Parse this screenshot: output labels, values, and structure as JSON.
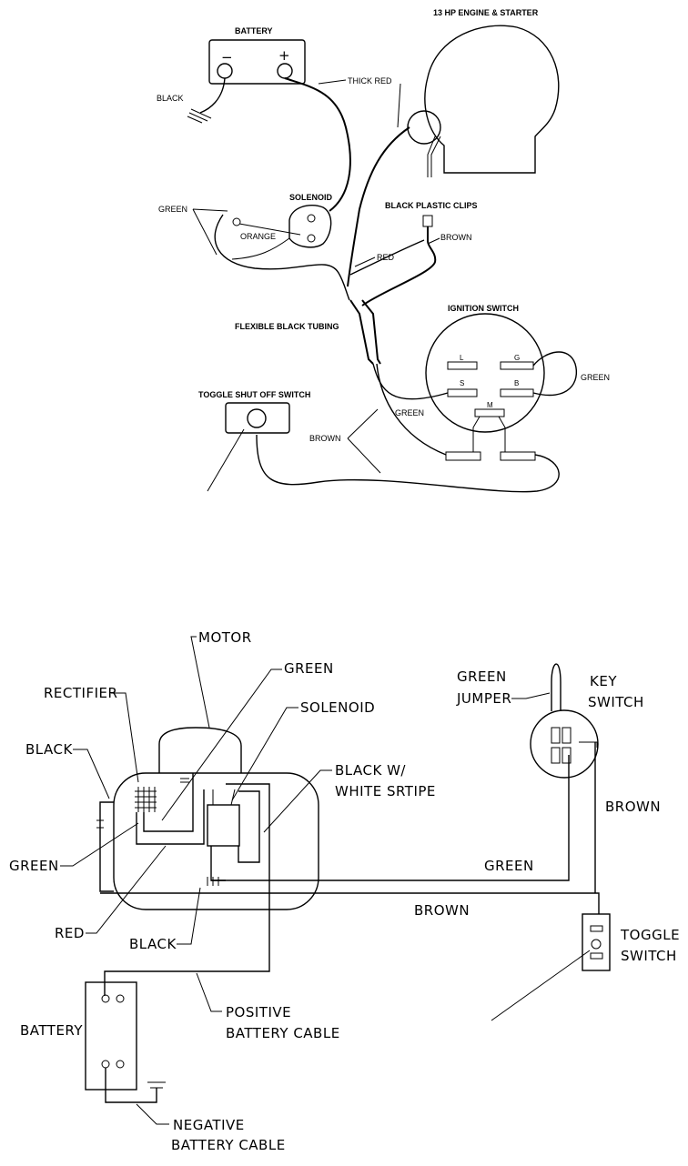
{
  "diagram_a": {
    "battery": "BATTERY",
    "battery_minus": "−",
    "battery_plus": "+",
    "engine": "13 HP ENGINE & STARTER",
    "black": "BLACK",
    "thick_red": "THICK RED",
    "green": "GREEN",
    "solenoid": "SOLENOID",
    "orange": "ORANGE",
    "black_plastic_clips": "BLACK PLASTIC CLIPS",
    "brown": "BROWN",
    "red": "RED",
    "flexible_black_tubing": "FLEXIBLE BLACK TUBING",
    "ignition_switch": "IGNITION SWITCH",
    "terminal_l": "L",
    "terminal_g": "G",
    "terminal_s": "S",
    "terminal_b": "B",
    "terminal_m": "M",
    "green_right": "GREEN",
    "green_lower": "GREEN",
    "toggle_shut_off_switch": "TOGGLE SHUT OFF SWITCH",
    "brown_lower": "BROWN"
  },
  "diagram_b": {
    "motor": "MOTOR",
    "green_top": "GREEN",
    "rectifier": "RECTIFIER",
    "solenoid": "SOLENOID",
    "black_left": "BLACK",
    "black_white_stripe_1": "BLACK W/",
    "black_white_stripe_2": "WHITE SRTIPE",
    "green_left": "GREEN",
    "red": "RED",
    "black_bottom": "BLACK",
    "green_jumper_1": "GREEN",
    "green_jumper_2": "JUMPER",
    "key_switch_1": "KEY",
    "key_switch_2": "SWITCH",
    "brown_right": "BROWN",
    "green_wire": "GREEN",
    "brown_wire": "BROWN",
    "toggle_switch_1": "TOGGLE",
    "toggle_switch_2": "SWITCH",
    "battery": "BATTERY",
    "positive_cable_1": "POSITIVE",
    "positive_cable_2": "BATTERY CABLE",
    "negative_cable_1": "NEGATIVE",
    "negative_cable_2": "BATTERY CABLE"
  }
}
